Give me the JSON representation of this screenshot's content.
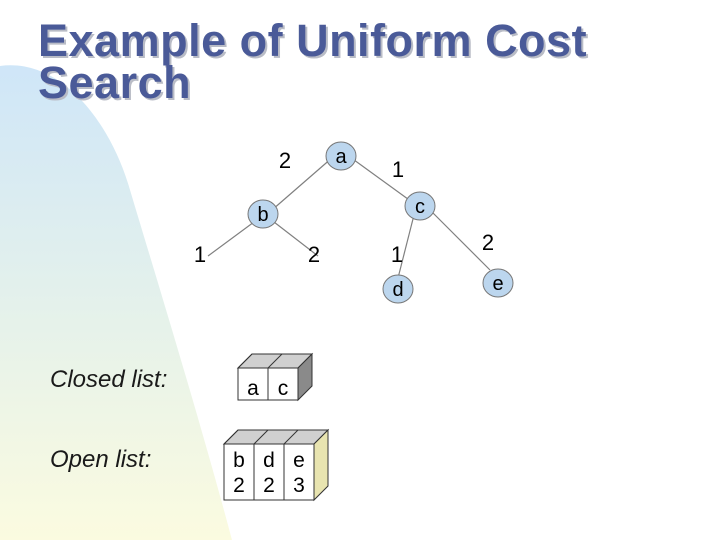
{
  "title": {
    "line1": "Example of Uniform Cost",
    "line2": "Search"
  },
  "tree": {
    "nodes": [
      {
        "id": "a",
        "label": "a"
      },
      {
        "id": "b",
        "label": "b"
      },
      {
        "id": "c",
        "label": "c"
      },
      {
        "id": "d",
        "label": "d"
      },
      {
        "id": "e",
        "label": "e"
      }
    ],
    "edges": [
      {
        "from": "a",
        "to": "b",
        "cost": "2"
      },
      {
        "from": "a",
        "to": "c",
        "cost": "1"
      },
      {
        "from": "b",
        "to": "left-child",
        "cost": "1"
      },
      {
        "from": "b",
        "to": "right-child",
        "cost": "2"
      },
      {
        "from": "c",
        "to": "d",
        "cost": "1"
      },
      {
        "from": "c",
        "to": "e",
        "cost": "2"
      }
    ]
  },
  "closed_list": {
    "label": "Closed list:",
    "items": [
      {
        "node": "a"
      },
      {
        "node": "c"
      }
    ]
  },
  "open_list": {
    "label": "Open list:",
    "items": [
      {
        "node": "b",
        "cost": "2"
      },
      {
        "node": "d",
        "cost": "2"
      },
      {
        "node": "e",
        "cost": "3"
      }
    ]
  },
  "colors": {
    "title": "#4a5a98",
    "node_fill": "#bcd6ee",
    "node_stroke": "#777777",
    "box_fill": "#ffffff",
    "box_side": "#8a8a8a",
    "box_top": "#d0d0d0",
    "open_side": "#e8e4b0"
  }
}
